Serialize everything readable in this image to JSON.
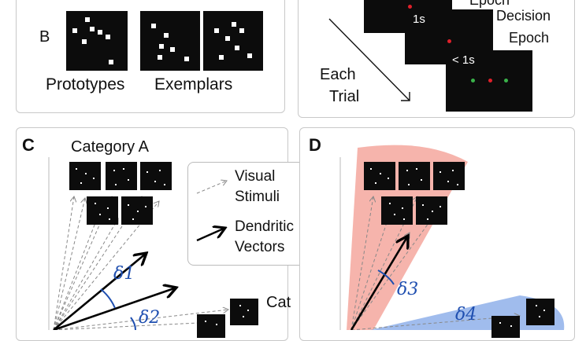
{
  "panel_b": {
    "letter": "B",
    "prototypes_label": "Prototypes",
    "exemplars_label": "Exemplars"
  },
  "panel_timeline": {
    "epoch_top": "Epoch",
    "decision_line1": "Decision",
    "decision_line2": "Epoch",
    "time_1s": "1s",
    "time_lt1s": "< 1s",
    "each": "Each",
    "trial": "Trial",
    "dot_colors": {
      "red": "#e0202a",
      "green": "#3ab24a"
    }
  },
  "panel_c": {
    "letter": "C",
    "category_a": "Category A",
    "category_b_partial": "Cat",
    "legend": {
      "visual_line1": "Visual",
      "visual_line2": "Stimuli",
      "dendritic_line1": "Dendritic",
      "dendritic_line2": "Vectors"
    },
    "delta1": "δ1",
    "delta2": "δ2"
  },
  "panel_d": {
    "letter": "D",
    "delta3": "δ3",
    "delta4": "δ4",
    "colors": {
      "red_region": "#f4a79d",
      "blue_region": "#8fb0ea",
      "delta_blue": "#1f4fb0"
    }
  }
}
